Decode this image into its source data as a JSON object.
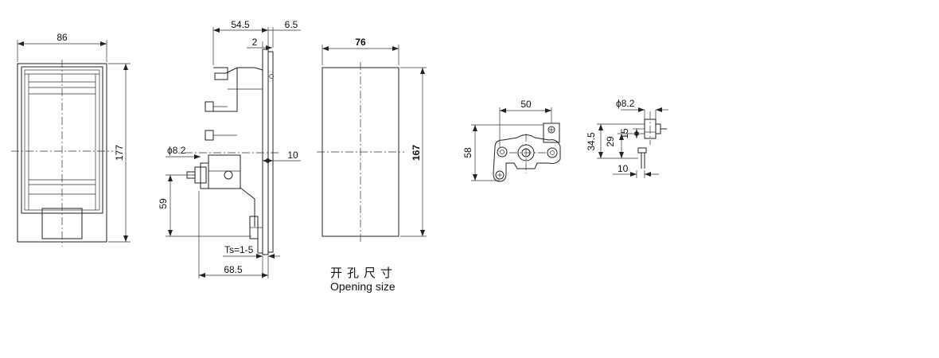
{
  "dimensions": {
    "front_width": "86",
    "front_height": "177",
    "side_depth_top": "54.5",
    "side_flange": "6.5",
    "side_offset": "2",
    "side_hole_dia": "ϕ8.2",
    "side_right_10": "10",
    "side_59": "59",
    "side_ts": "Ts=1-5",
    "side_depth_bottom": "68.5",
    "opening_width": "76",
    "opening_height": "167",
    "bracket_50": "50",
    "bracket_58": "58",
    "small_dia": "ϕ8.2",
    "small_34_5": "34.5",
    "small_29": "29",
    "small_15": "15",
    "small_10": "10"
  },
  "captions": {
    "opening_cn": "开孔尺寸",
    "opening_en": "Opening size"
  }
}
